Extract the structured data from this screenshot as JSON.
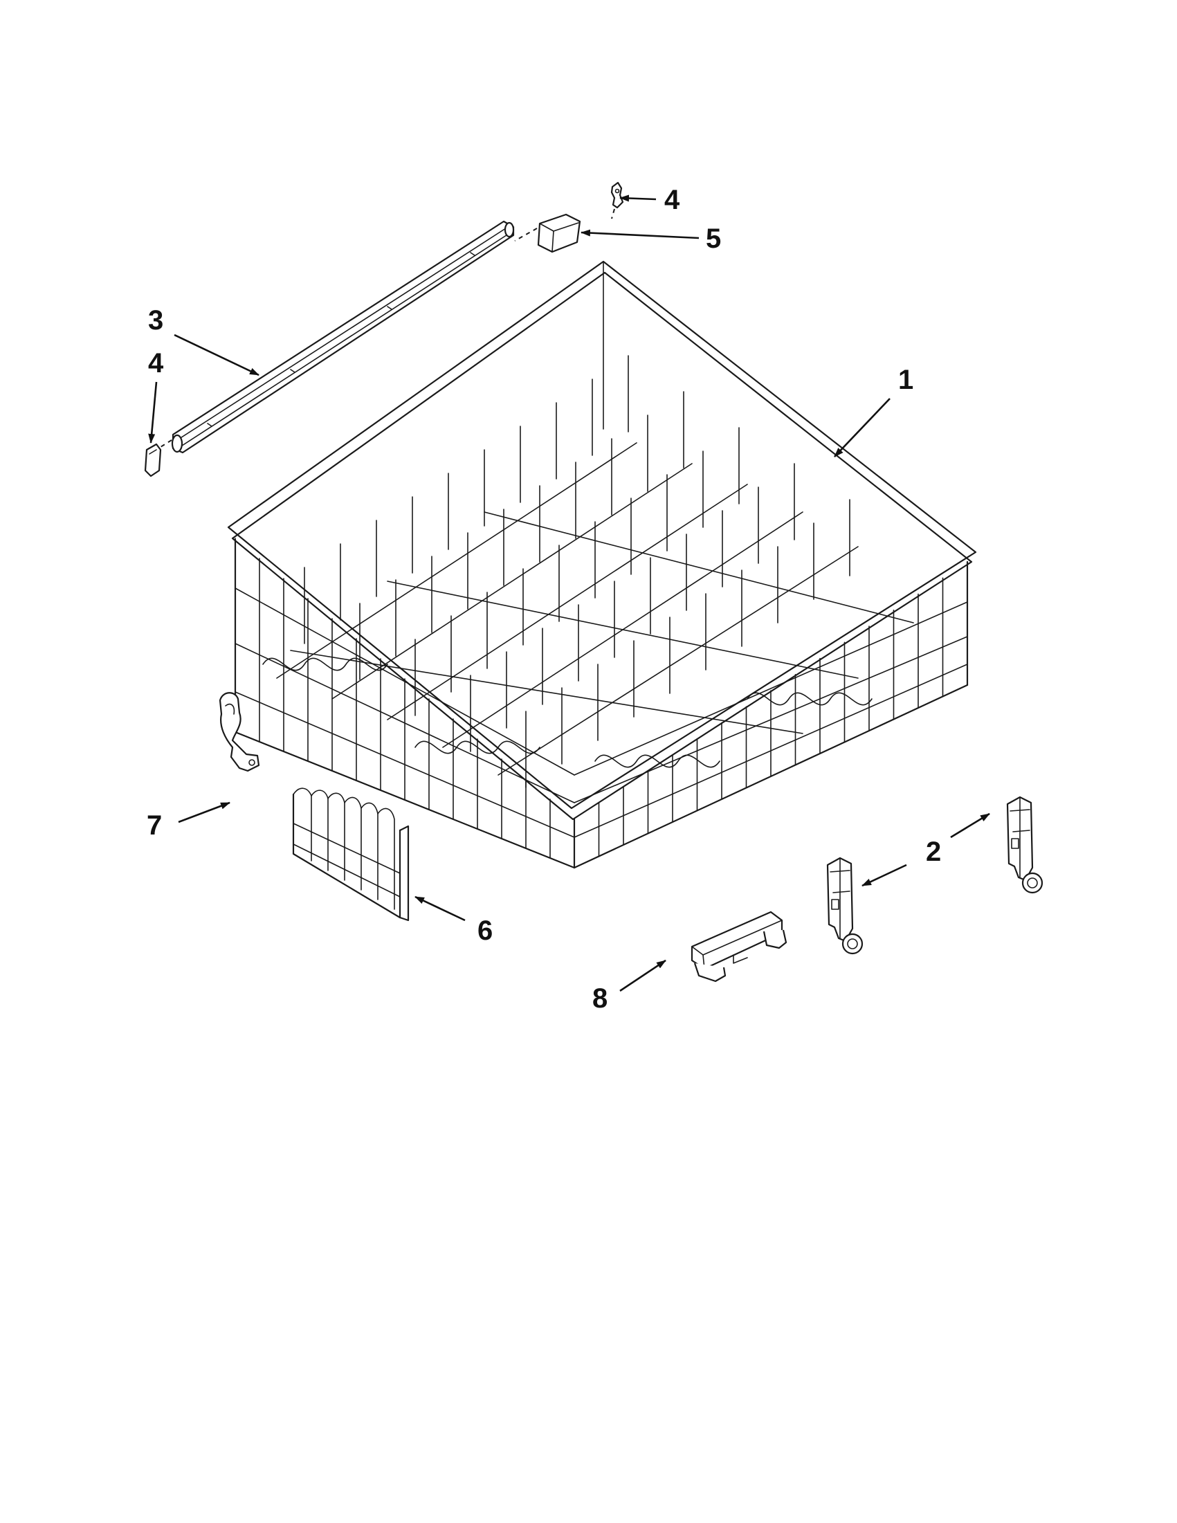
{
  "callouts": [
    {
      "id": "rack",
      "label": "1"
    },
    {
      "id": "adjuster-right",
      "label": "2"
    },
    {
      "id": "adjuster-left",
      "label": "2"
    },
    {
      "id": "track",
      "label": "3"
    },
    {
      "id": "end-cap-front",
      "label": "4"
    },
    {
      "id": "end-cap-rear",
      "label": "4"
    },
    {
      "id": "stop",
      "label": "5"
    },
    {
      "id": "tine-row",
      "label": "6"
    },
    {
      "id": "clip",
      "label": "7"
    },
    {
      "id": "wheel-clip",
      "label": "8"
    }
  ],
  "colors": {
    "ink": "#1a1a1a",
    "paper": "#ffffff"
  }
}
